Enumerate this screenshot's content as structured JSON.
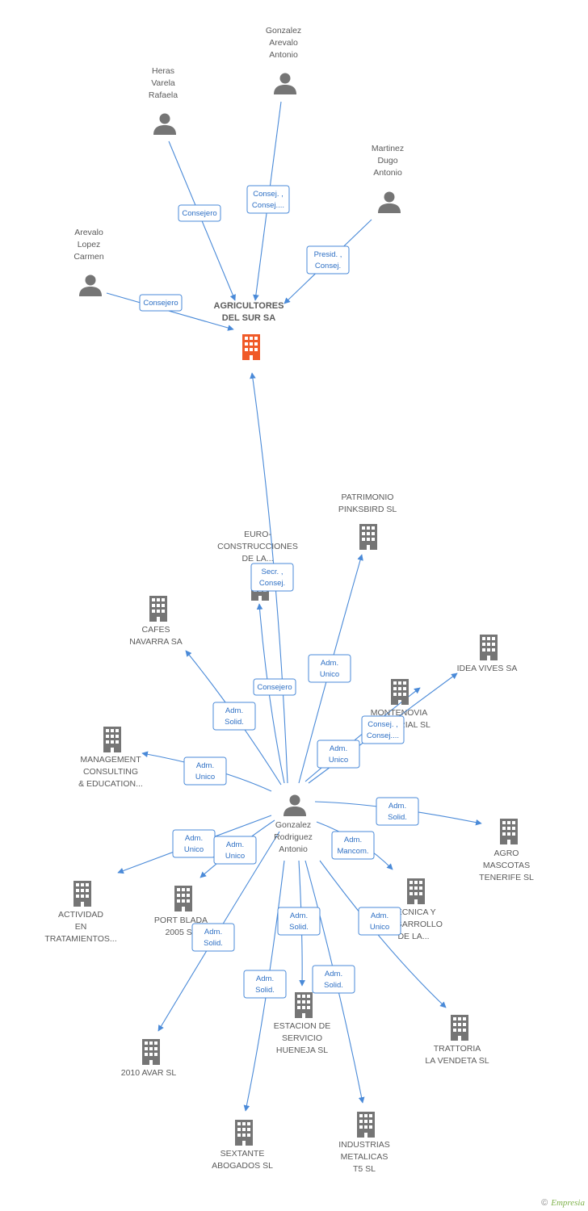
{
  "colors": {
    "edge": "#4a8ad8",
    "node": "#757575",
    "main": "#f05a28",
    "relText": "#2d6fc4"
  },
  "nodes": [
    {
      "id": "agr",
      "kind": "main",
      "lines": [
        "AGRICULTORES",
        "DEL SUR SA"
      ],
      "icon": "building-icon"
    },
    {
      "id": "gaa",
      "kind": "person",
      "lines": [
        "Gonzalez",
        "Arevalo",
        "Antonio"
      ],
      "icon": "person-icon"
    },
    {
      "id": "hvr",
      "kind": "person",
      "lines": [
        "Heras",
        "Varela",
        "Rafaela"
      ],
      "icon": "person-icon"
    },
    {
      "id": "mda",
      "kind": "person",
      "lines": [
        "Martinez",
        "Dugo",
        "Antonio"
      ],
      "icon": "person-icon"
    },
    {
      "id": "alc",
      "kind": "person",
      "lines": [
        "Arevalo",
        "Lopez",
        "Carmen"
      ],
      "icon": "person-icon"
    },
    {
      "id": "gra",
      "kind": "hub",
      "lines": [
        "Gonzalez",
        "Rodriguez",
        "Antonio"
      ],
      "icon": "person-icon"
    },
    {
      "id": "pat",
      "kind": "company",
      "lines": [
        "PATRIMONIO",
        "PINKSBIRD SL"
      ],
      "icon": "building-icon"
    },
    {
      "id": "euro",
      "kind": "company",
      "lines": [
        "EURO-",
        "CONSTRUCCIONES",
        "DE LA..."
      ],
      "icon": "building-icon"
    },
    {
      "id": "caf",
      "kind": "company",
      "lines": [
        "CAFES",
        "NAVARRA SA"
      ],
      "icon": "building-icon"
    },
    {
      "id": "idea",
      "kind": "company",
      "lines": [
        "IDEA VIVES SA"
      ],
      "icon": "building-icon"
    },
    {
      "id": "mont",
      "kind": "company",
      "lines": [
        "MONTENOVIA",
        "INDUSTRIAL SL"
      ],
      "icon": "building-icon"
    },
    {
      "id": "man",
      "kind": "company",
      "lines": [
        "MANAGEMENT",
        "CONSULTING",
        "& EDUCATION..."
      ],
      "icon": "building-icon"
    },
    {
      "id": "agro",
      "kind": "company",
      "lines": [
        "AGRO",
        "MASCOTAS",
        "TENERIFE  SL"
      ],
      "icon": "building-icon"
    },
    {
      "id": "act",
      "kind": "company",
      "lines": [
        "ACTIVIDAD",
        "EN",
        "TRATAMIENTOS..."
      ],
      "icon": "building-icon"
    },
    {
      "id": "port",
      "kind": "company",
      "lines": [
        "PORT BLADA",
        "2005 SL"
      ],
      "icon": "building-icon"
    },
    {
      "id": "tec",
      "kind": "company",
      "lines": [
        "TECNICA Y",
        "DESARROLLO",
        "DE LA..."
      ],
      "icon": "building-icon"
    },
    {
      "id": "est",
      "kind": "company",
      "lines": [
        "ESTACION DE",
        "SERVICIO",
        "HUENEJA SL"
      ],
      "icon": "building-icon"
    },
    {
      "id": "tra",
      "kind": "company",
      "lines": [
        "TRATTORIA",
        "LA VENDETA SL"
      ],
      "icon": "building-icon"
    },
    {
      "id": "avar",
      "kind": "company",
      "lines": [
        "2010 AVAR SL"
      ],
      "icon": "building-icon"
    },
    {
      "id": "sex",
      "kind": "company",
      "lines": [
        "SEXTANTE",
        "ABOGADOS SL"
      ],
      "icon": "building-icon"
    },
    {
      "id": "ind",
      "kind": "company",
      "lines": [
        "INDUSTRIAS",
        "METALICAS",
        "T5 SL"
      ],
      "icon": "building-icon"
    }
  ],
  "edges": [
    {
      "lines": [
        "Consejero"
      ]
    },
    {
      "lines": [
        "Consej. ,",
        "Consej...."
      ]
    },
    {
      "lines": [
        "Presid. ,",
        "Consej."
      ]
    },
    {
      "lines": [
        "Consejero"
      ]
    },
    {
      "lines": [
        "Secr. ,",
        "Consej."
      ]
    },
    {
      "lines": [
        "Consejero"
      ]
    },
    {
      "lines": [
        "Adm.",
        "Unico"
      ]
    },
    {
      "lines": [
        "Adm.",
        "Solid."
      ]
    },
    {
      "lines": [
        "Consej. ,",
        "Consej...."
      ]
    },
    {
      "lines": [
        "Adm.",
        "Unico"
      ]
    },
    {
      "lines": [
        "Adm.",
        "Unico"
      ]
    },
    {
      "lines": [
        "Adm.",
        "Solid."
      ]
    },
    {
      "lines": [
        "Adm.",
        "Unico"
      ]
    },
    {
      "lines": [
        "Adm.",
        "Unico"
      ]
    },
    {
      "lines": [
        "Adm.",
        "Mancom."
      ]
    },
    {
      "lines": [
        "Adm.",
        "Solid."
      ]
    },
    {
      "lines": [
        "Adm.",
        "Solid."
      ]
    },
    {
      "lines": [
        "Adm.",
        "Unico"
      ]
    },
    {
      "lines": [
        "Adm.",
        "Solid."
      ]
    },
    {
      "lines": [
        "Adm.",
        "Solid."
      ]
    }
  ],
  "footer": {
    "copyright": "©",
    "brand": "Empresia"
  }
}
